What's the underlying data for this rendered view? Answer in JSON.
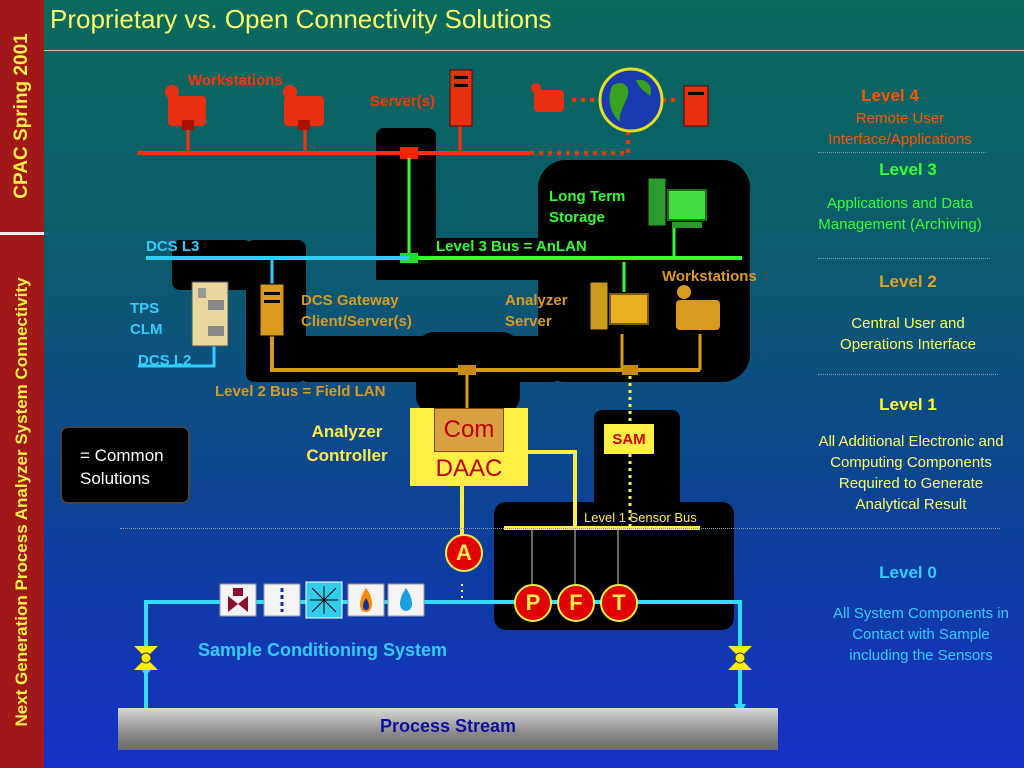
{
  "sidebar": {
    "top_label": "CPAC Spring 2001",
    "bottom_label": "Next Generation Process Analyzer System Connectivity"
  },
  "title": "Proprietary vs. Open Connectivity Solutions",
  "legend": {
    "common_solutions": "= Common Solutions"
  },
  "labels": {
    "workstations_top": "Workstations",
    "servers": "Server(s)",
    "long_term_storage": "Long Term Storage",
    "dcs_l3": "DCS L3",
    "level3_bus": "Level 3 Bus = AnLAN",
    "workstations_mid": "Workstations",
    "tps_clm": "TPS CLM",
    "dcs_gateway": "DCS Gateway Client/Server(s)",
    "analyzer_server": "Analyzer Server",
    "dcs_l2": "DCS L2",
    "level2_bus": "Level 2 Bus = Field LAN",
    "analyzer_controller": "Analyzer Controller",
    "com": "Com",
    "daac": "DAAC",
    "sam": "SAM",
    "level1_bus": "Level 1 Sensor  Bus",
    "a_circle": "A",
    "p_circle": "P",
    "f_circle": "F",
    "t_circle": "T",
    "sample_conditioning": "Sample Conditioning System",
    "process_stream": "Process Stream"
  },
  "levels": [
    {
      "name": "Level 4",
      "desc": "Remote User Interface/Applications",
      "name_color": "#ff5500",
      "desc_color": "#ff5500"
    },
    {
      "name": "Level 3",
      "desc": "Applications and Data Management (Archiving)",
      "name_color": "#33ff33",
      "desc_color": "#33ff33"
    },
    {
      "name": "Level 2",
      "desc": "Central User and Operations Interface",
      "name_color": "#e0a020",
      "desc_color": "#ffff66"
    },
    {
      "name": "Level 1",
      "desc": "All Additional Electronic and Computing Components Required to Generate Analytical Result",
      "name_color": "#ffff33",
      "desc_color": "#ffff66"
    },
    {
      "name": "Level 0",
      "desc": "All System Components in Contact with Sample including the Sensors",
      "name_color": "#33ccff",
      "desc_color": "#33ccff"
    }
  ],
  "colors": {
    "level4_bus": "#ff3300",
    "level3_bus": "#33ff33",
    "dcs_l3": "#33ccff",
    "level2_bus": "#d89a20",
    "level1_bus": "#ffee44",
    "sample_line": "#33ddff"
  },
  "icons": [
    "operator-workstation-icon",
    "server-tower-icon",
    "globe-icon",
    "computer-icon",
    "valve-icon",
    "filter-icon",
    "cooler-icon",
    "heater-icon",
    "water-drop-icon"
  ]
}
